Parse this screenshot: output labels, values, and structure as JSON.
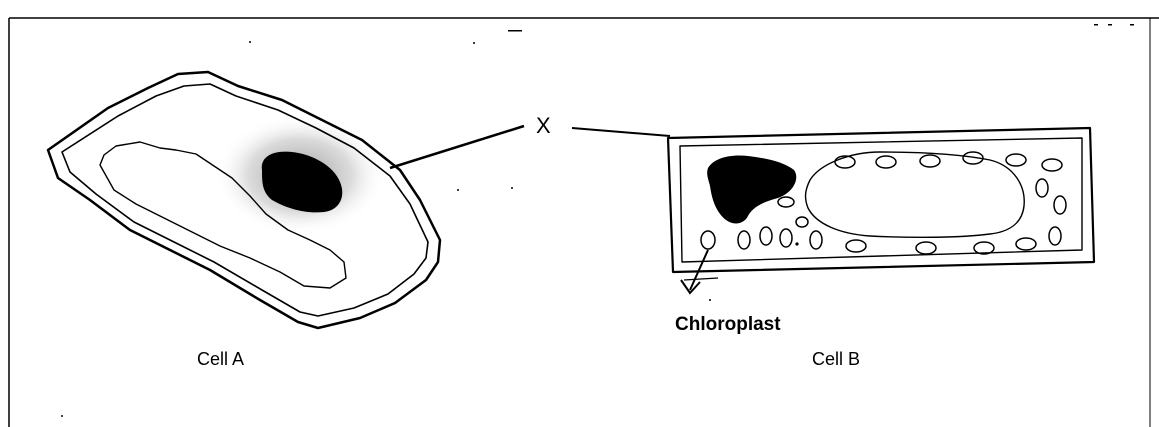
{
  "figure": {
    "label_x": "X",
    "cell_a_caption": "Cell A",
    "cell_b_caption": "Cell B",
    "chloroplast_label": "Chloroplast"
  },
  "colors": {
    "ink": "#000000",
    "shading": "#9a9a9a",
    "background": "#ffffff"
  }
}
